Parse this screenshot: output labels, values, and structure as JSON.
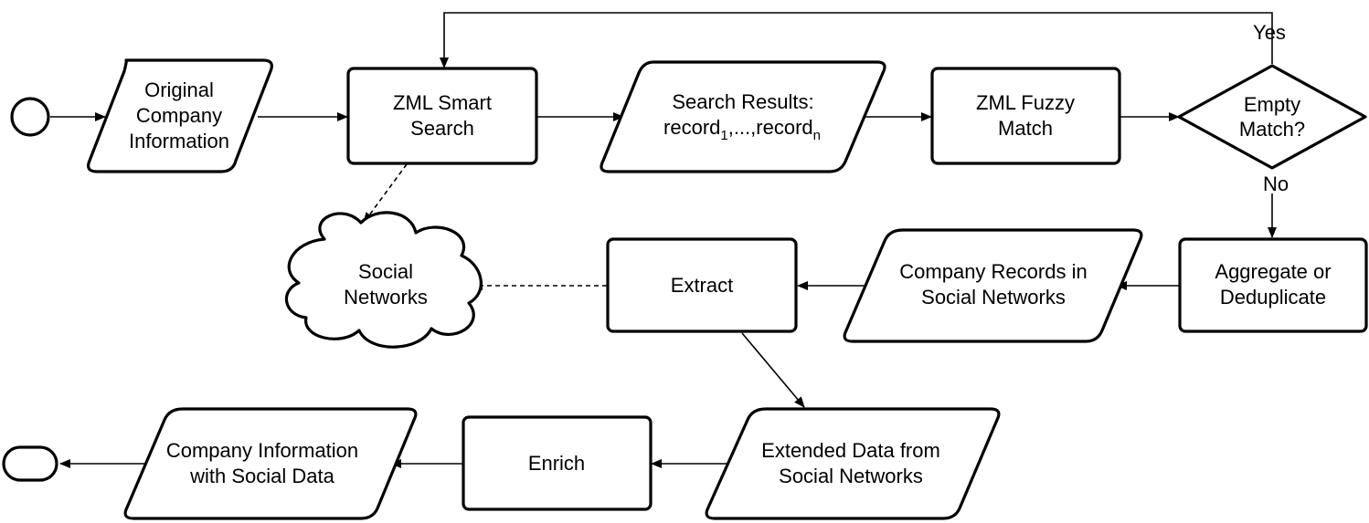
{
  "nodes": {
    "original_info": [
      "Original",
      "Company",
      "Information"
    ],
    "smart_search": [
      "ZML Smart",
      "Search"
    ],
    "search_results": {
      "line1": "Search Results:",
      "rec_a": "record",
      "sub_a": "1",
      "mid": ",...,record",
      "sub_b": "n"
    },
    "fuzzy_match": [
      "ZML Fuzzy",
      "Match"
    ],
    "empty_match": [
      "Empty",
      "Match?"
    ],
    "social_networks": [
      "Social",
      "Networks"
    ],
    "extract": "Extract",
    "company_records": [
      "Company Records in",
      "Social Networks"
    ],
    "aggregate": [
      "Aggregate or",
      "Deduplicate"
    ],
    "extended_data": [
      "Extended Data from",
      "Social Networks"
    ],
    "enrich": "Enrich",
    "company_social": [
      "Company Information",
      "with Social Data"
    ]
  },
  "edge_labels": {
    "yes": "Yes",
    "no": "No"
  }
}
